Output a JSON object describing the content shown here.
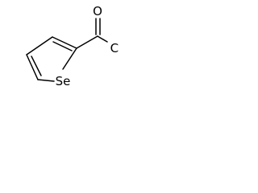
{
  "molecule": {
    "atoms": {
      "oxygen": "O",
      "chlorine": "Cl",
      "selenium": "Se"
    },
    "colors": {
      "bond": "#000000",
      "label": "#000000",
      "background": "#ffffff"
    }
  }
}
